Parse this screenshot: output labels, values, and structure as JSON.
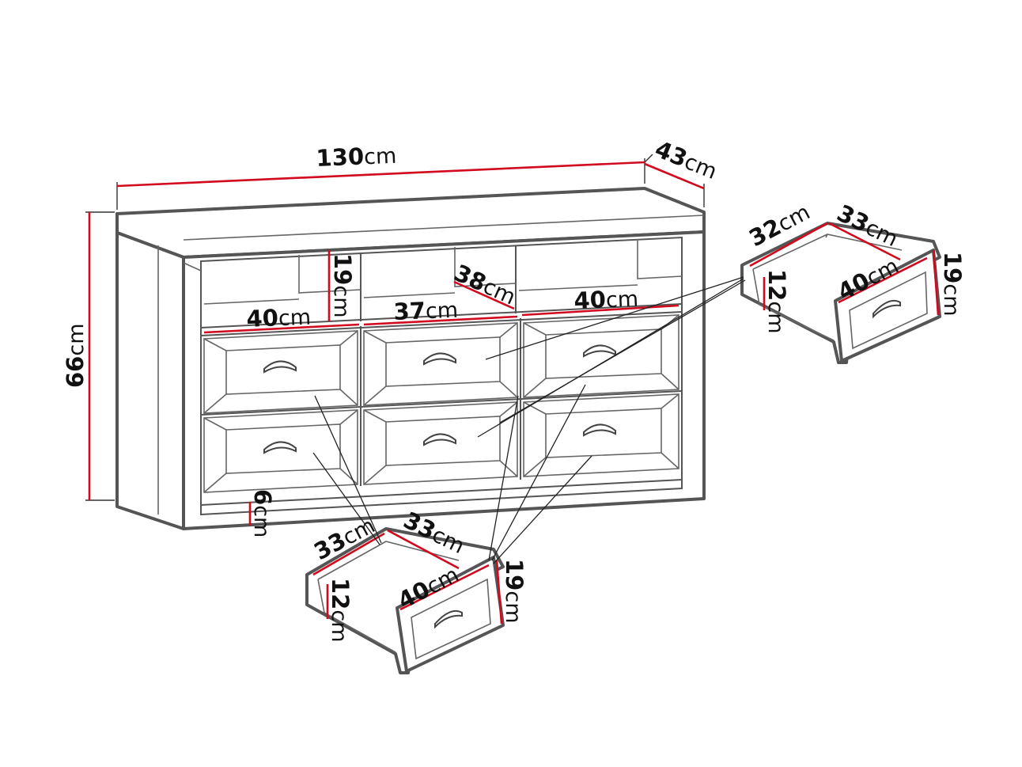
{
  "unit": "cm",
  "dimensions": {
    "overall_width": "130",
    "depth": "43",
    "height": "66",
    "shelf_height": "19",
    "shelf_depth": "38",
    "left_width": "40",
    "middle_width": "37",
    "right_width": "40",
    "plinth_height": "6"
  },
  "drawer_detail_right": {
    "inner_depth": "32",
    "inner_width": "33",
    "front_width": "40",
    "inner_height": "12",
    "front_height": "19"
  },
  "drawer_detail_bottom": {
    "inner_depth": "33",
    "inner_width": "33",
    "front_width": "40",
    "inner_height": "12",
    "front_height": "19"
  },
  "colors": {
    "outline": "#555555",
    "dimension_red": "#d10a1e",
    "text": "#111111"
  }
}
